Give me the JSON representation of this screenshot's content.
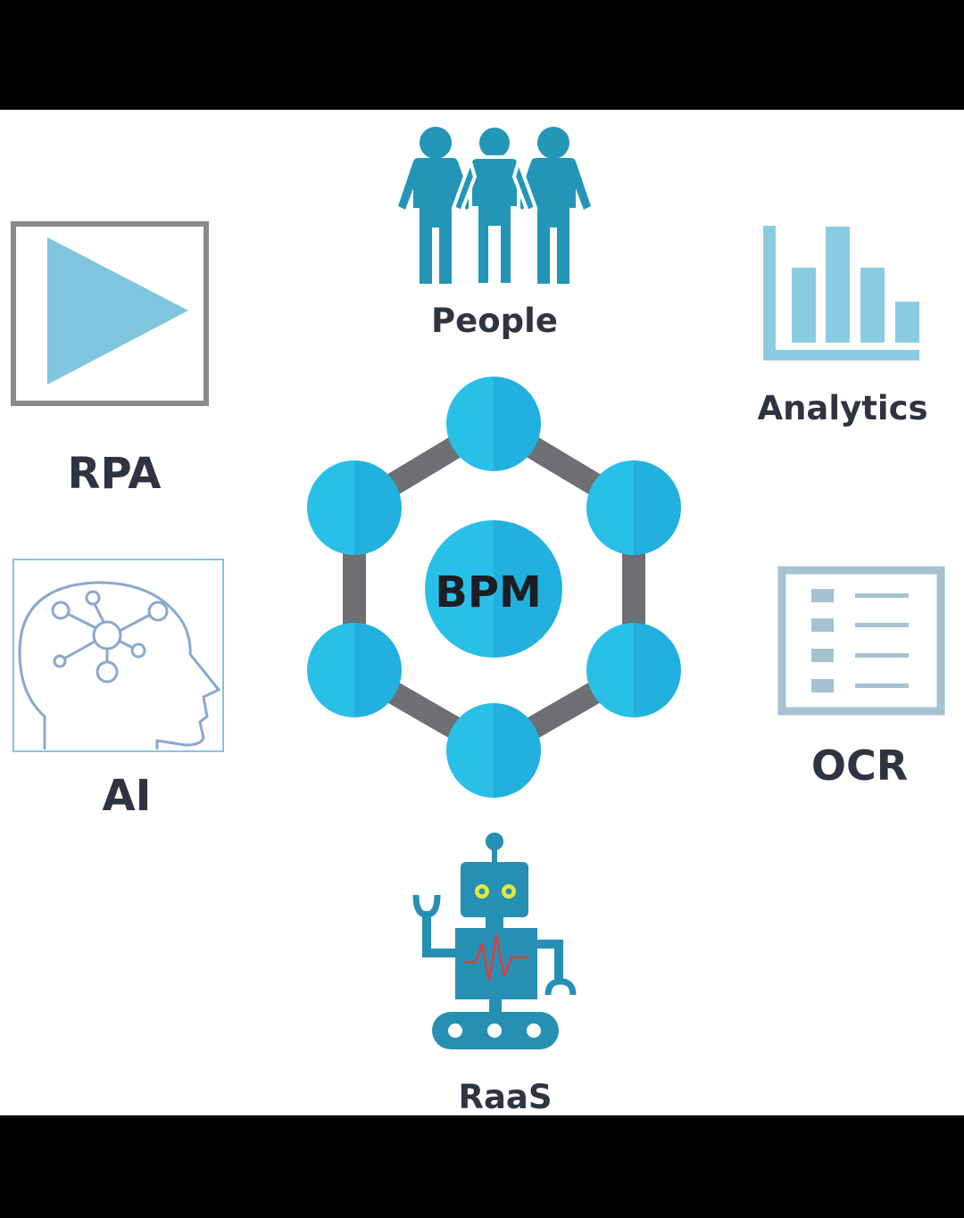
{
  "center": {
    "label": "BPM"
  },
  "labels": {
    "people": "People",
    "rpa": "RPA",
    "analytics": "Analytics",
    "ai": "AI",
    "ocr": "OCR",
    "raas": "RaaS"
  },
  "colors": {
    "node": "#29b7e4",
    "node_shade": "#1fa9d6",
    "edge": "#6e6f73",
    "people_icon": "#2396b8",
    "play_fill": "#7ec5dd",
    "frame_gray": "#8a8a8a",
    "chart_blue": "#8ccce2",
    "ocr_frame": "#a6c2d0",
    "robot": "#2590b4",
    "text": "#2e3440"
  }
}
